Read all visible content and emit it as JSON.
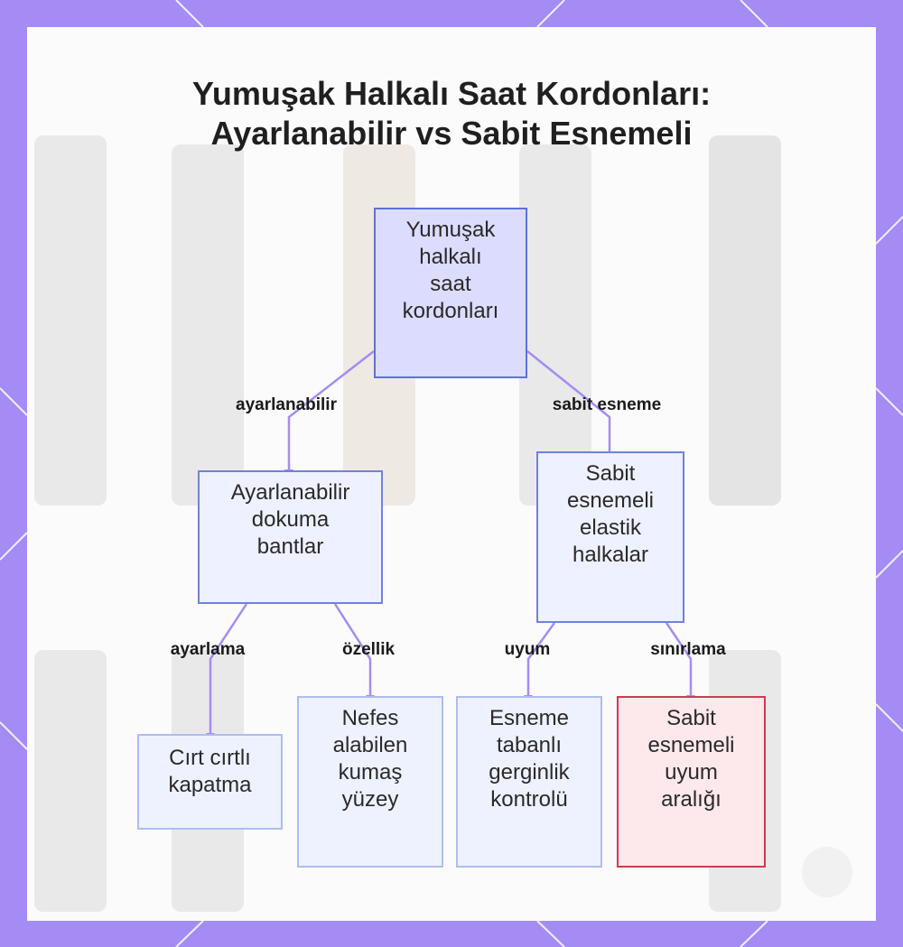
{
  "title": {
    "line1": "Yumuşak Halkalı Saat Kordonları:",
    "line2": "Ayarlanabilir vs Sabit Esnemeli"
  },
  "nodes": {
    "root": [
      "Yumuşak",
      "halkalı",
      "saat",
      "kordonları"
    ],
    "adjustable": [
      "Ayarlanabilir",
      "dokuma",
      "bantlar"
    ],
    "fixed": [
      "Sabit",
      "esnemeli",
      "elastik",
      "halkalar"
    ],
    "velcro": [
      "Cırt cırtlı",
      "kapatma"
    ],
    "fabric": [
      "Nefes",
      "alabilen",
      "kumaş",
      "yüzey"
    ],
    "tension": [
      "Esneme",
      "tabanlı",
      "gerginlik",
      "kontrolü"
    ],
    "range": [
      "Sabit",
      "esnemeli",
      "uyum",
      "aralığı"
    ]
  },
  "edges": {
    "root_adjustable": "ayarlanabilir",
    "root_fixed": "sabit esneme",
    "adjustable_velcro": "ayarlama",
    "adjustable_fabric": "özellik",
    "fixed_tension": "uyum",
    "fixed_range": "sınırlama"
  },
  "colors": {
    "frame": "#a58cf4",
    "edge": "#a58cf4",
    "root_fill": "#dcdcff",
    "alert_border": "#cf3b4f",
    "alert_fill": "#fde8ec"
  }
}
